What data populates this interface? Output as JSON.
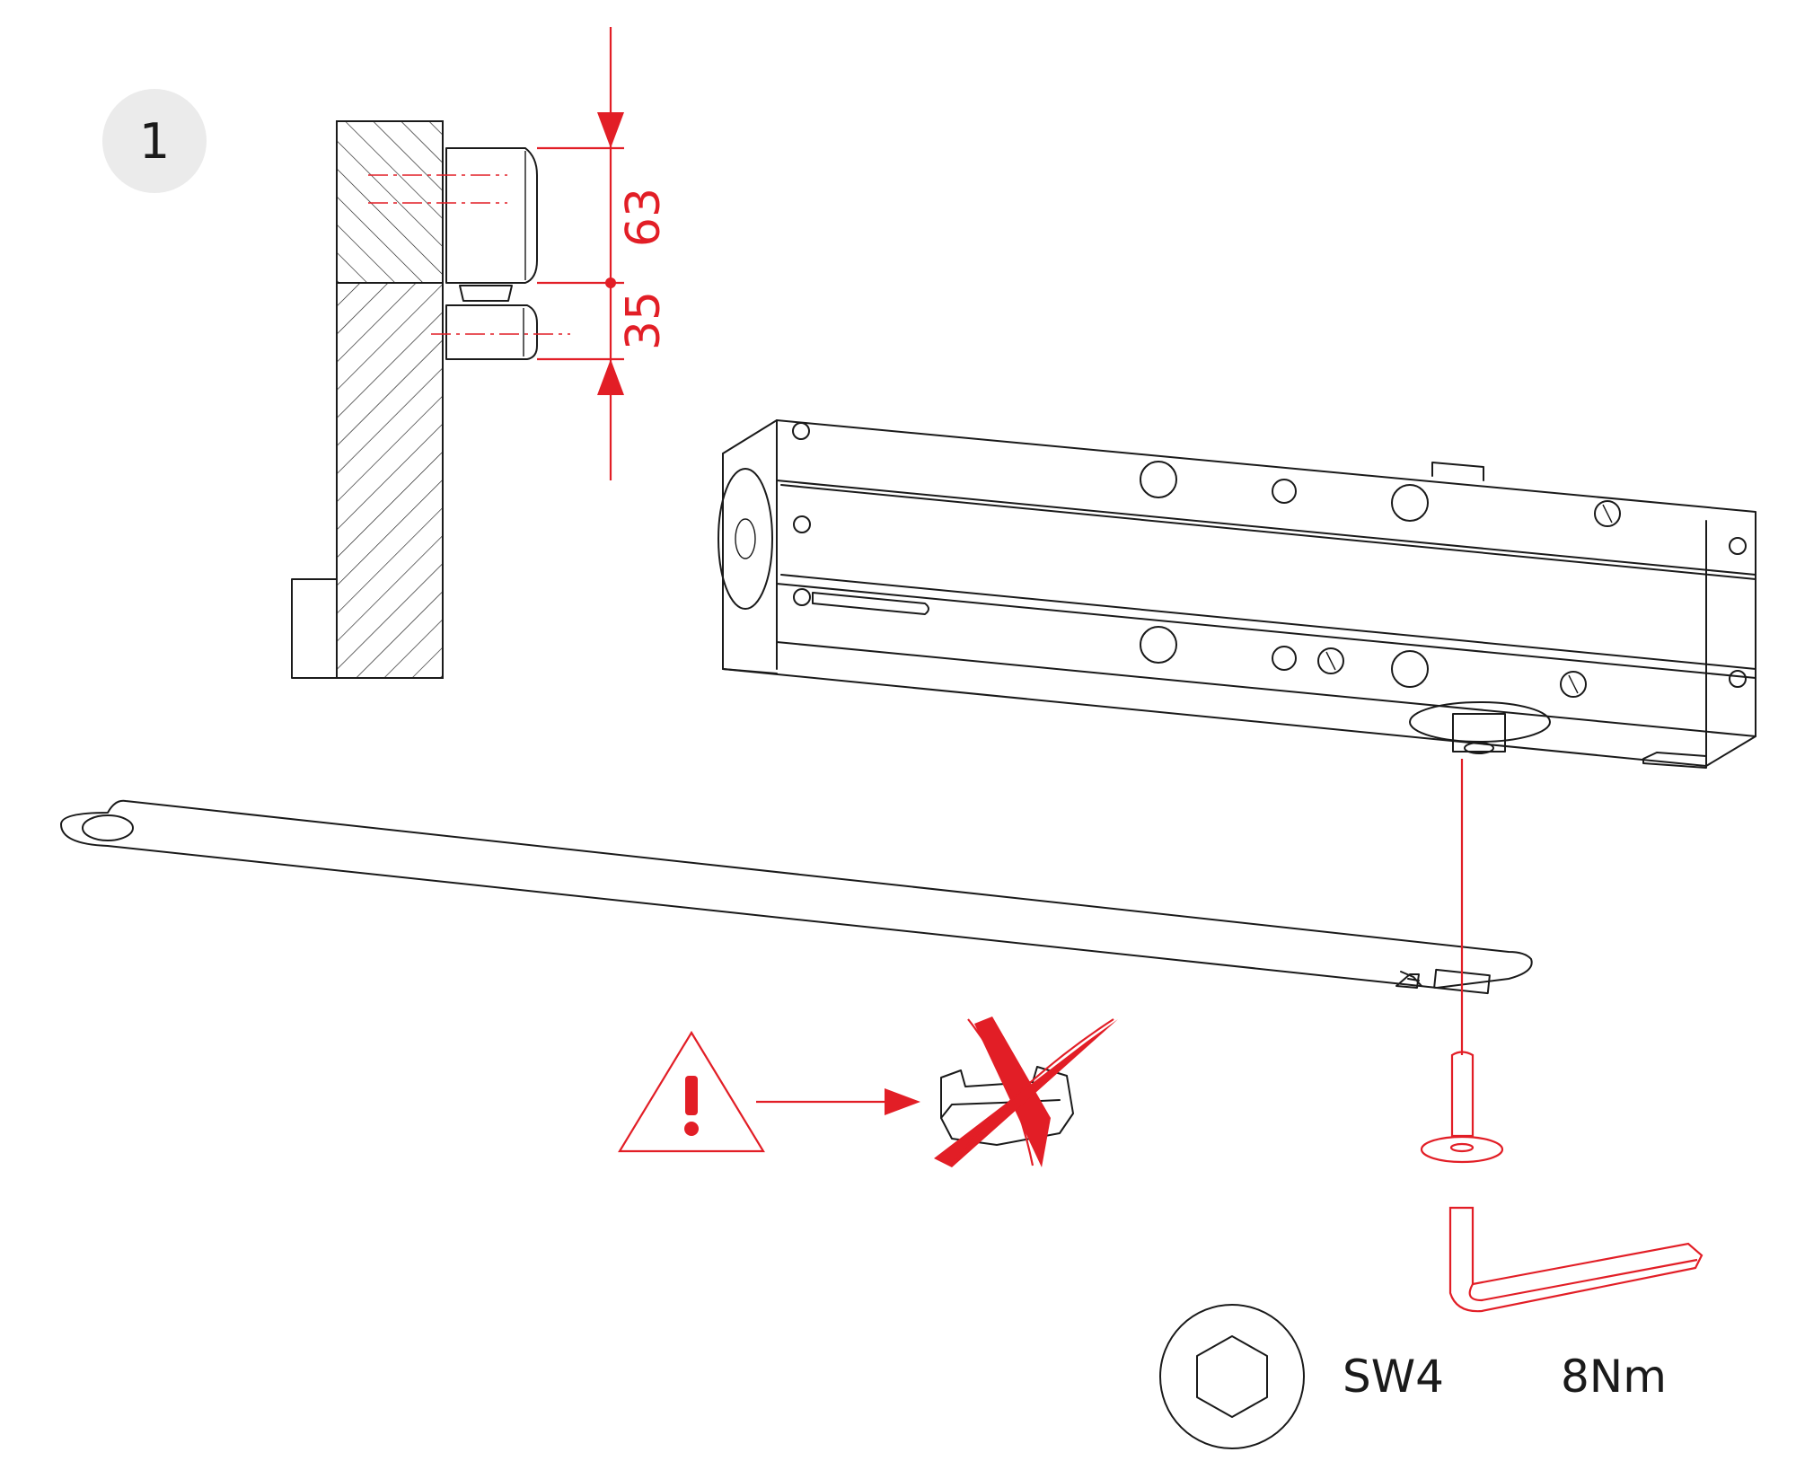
{
  "step": {
    "number": "1"
  },
  "dimensions": {
    "top": "63",
    "bottom": "35"
  },
  "tool": {
    "size_label": "SW4",
    "torque_label": "8Nm",
    "icon": "hex-socket-icon"
  },
  "warning": {
    "icon": "warning-triangle-icon",
    "crossed_part_icon": "crossed-out-nut-icon"
  },
  "colors": {
    "accent": "#e21e26",
    "ink": "#1a1a1a",
    "badge_bg": "#ebebeb"
  }
}
